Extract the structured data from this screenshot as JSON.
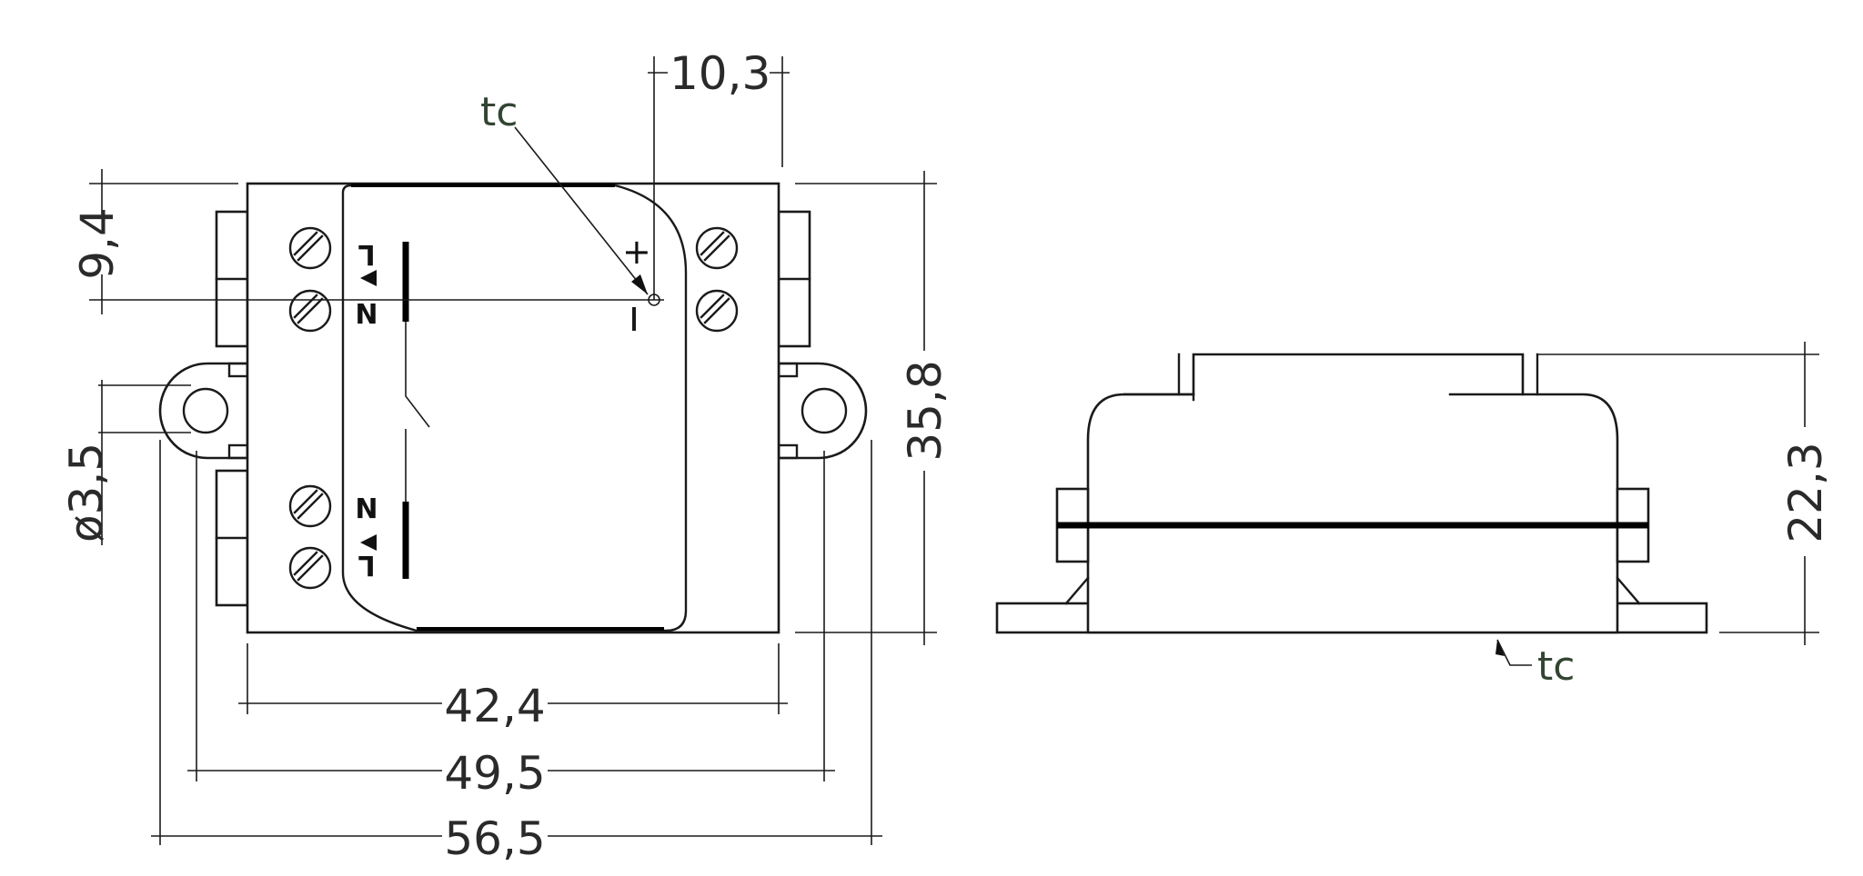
{
  "dimensions": {
    "top_offset": "10,3",
    "left_offset": "9,4",
    "hole_diameter": "ø3,5",
    "height": "35,8",
    "body_width": "42,4",
    "hole_spacing": "49,5",
    "overall_width": "56,5",
    "side_height": "22,3"
  },
  "labels": {
    "tc_top": "tc",
    "tc_side": "tc",
    "plus": "+",
    "minus": "−",
    "terminal_top_L": "L",
    "terminal_top_N": "N",
    "terminal_bottom_N": "N",
    "terminal_bottom_L": "L"
  }
}
